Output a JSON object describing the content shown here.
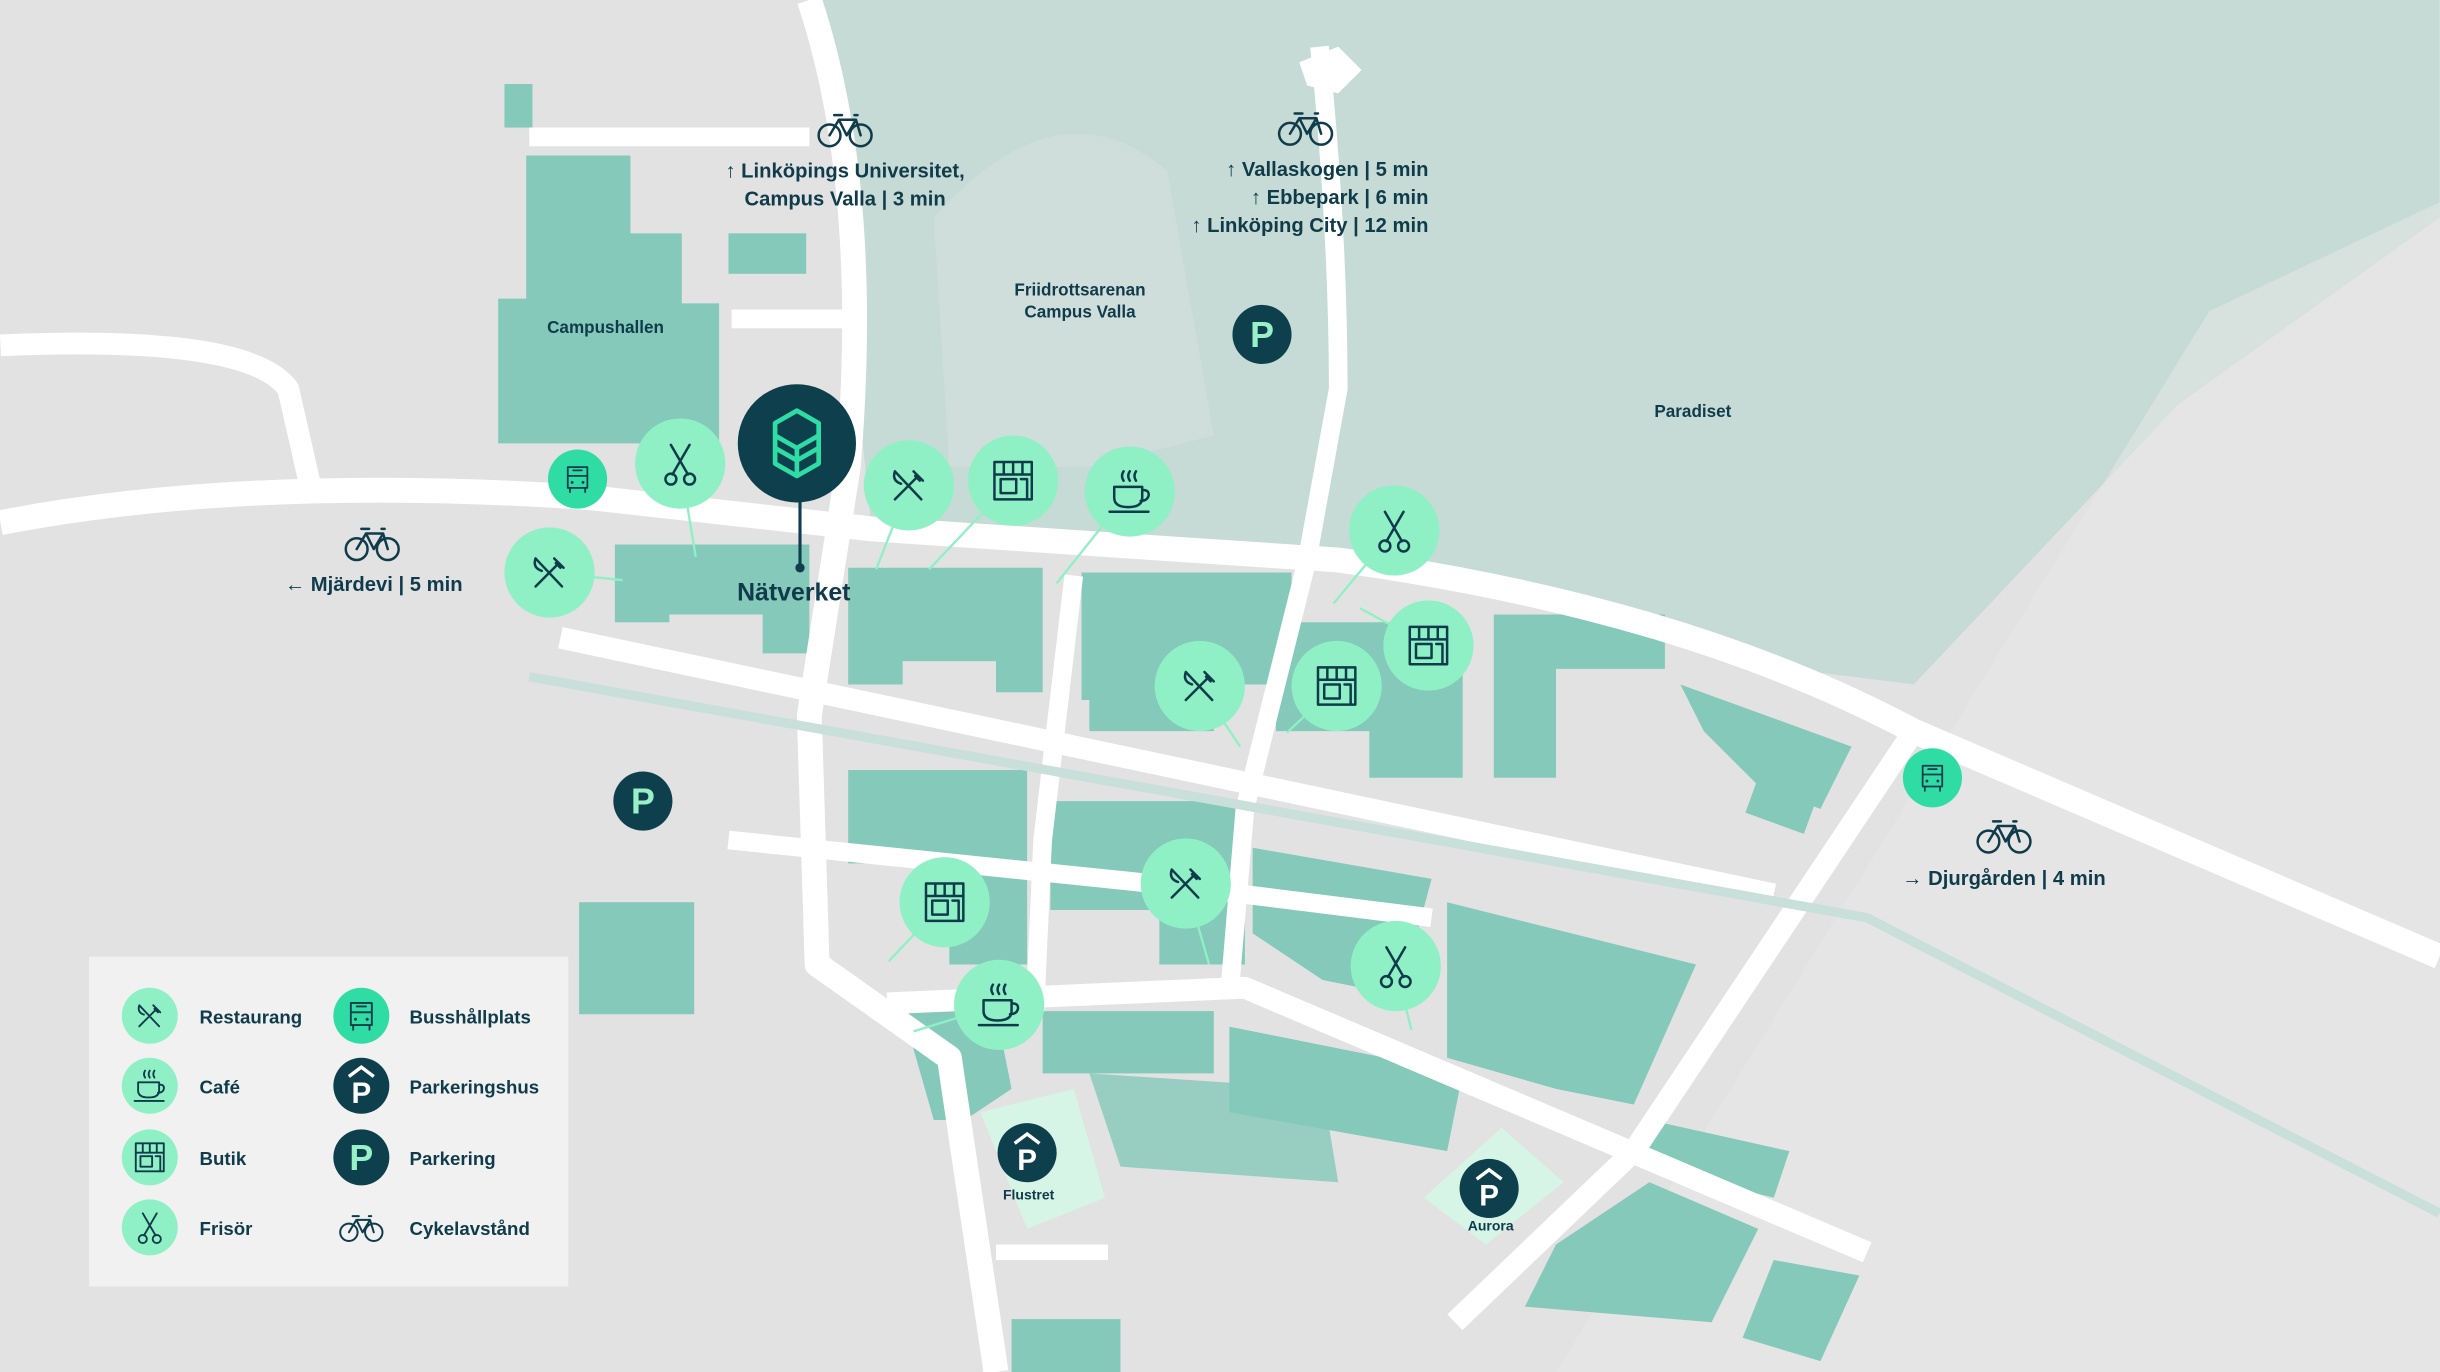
{
  "colors": {
    "background": "#e2e2e2",
    "park": "#c6dbd5",
    "building": "#84c9b9",
    "road": "#ffffff",
    "poi_light": "#8ff0c6",
    "poi_bus": "#2fdca4",
    "poi_dark": "#0e3f4c",
    "text": "#0f3b4a"
  },
  "places": {
    "campushallen": "Campushallen",
    "arena_line1": "Friidrottsarenan",
    "arena_line2": "Campus Valla",
    "paradiset": "Paradiset",
    "natverket": "Nätverket",
    "flustret": "Flustret",
    "aurora": "Aurora"
  },
  "bike_routes": {
    "north_west_line1": "↑ Linköpings Universitet,",
    "north_west_line2": "Campus Valla  |  3 min",
    "north_east": [
      "↑ Vallaskogen  |  5 min",
      "↑ Ebbepark  |  6 min",
      "↑ Linköping City  |  12 min"
    ],
    "west": "← Mjärdevi  |  5 min",
    "east": "→ Djurgården  |  4 min"
  },
  "legend": {
    "items": [
      {
        "icon": "restaurant",
        "label": "Restaurang"
      },
      {
        "icon": "cafe",
        "label": "Café"
      },
      {
        "icon": "shop",
        "label": "Butik"
      },
      {
        "icon": "hairdresser",
        "label": "Frisör"
      },
      {
        "icon": "bus",
        "label": "Busshållplats"
      },
      {
        "icon": "parking-garage",
        "label": "Parkeringshus"
      },
      {
        "icon": "parking",
        "label": "Parkering"
      },
      {
        "icon": "bike",
        "label": "Cykelavstånd"
      }
    ]
  }
}
